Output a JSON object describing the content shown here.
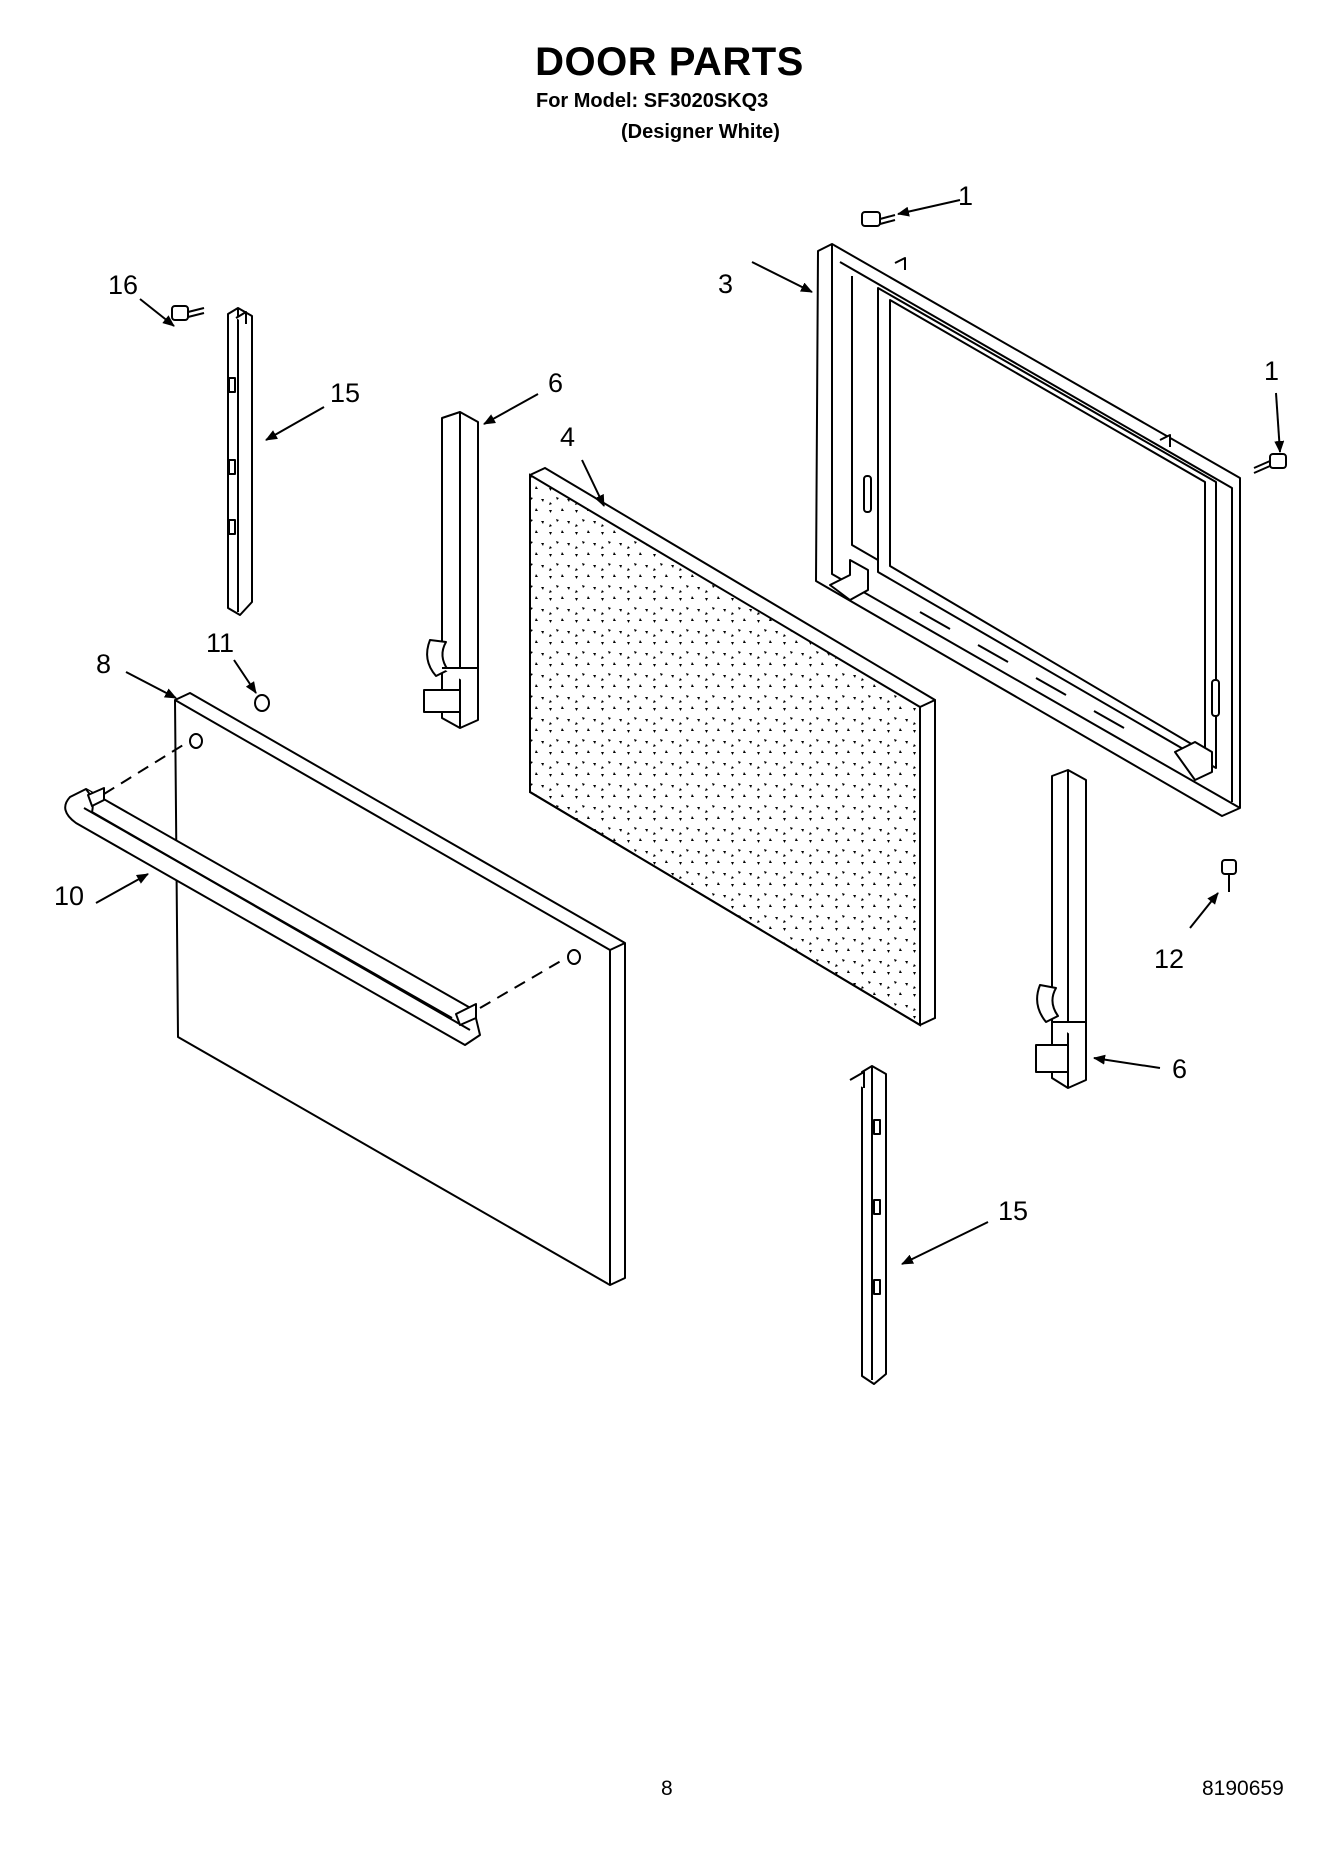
{
  "header": {
    "title": "DOOR PARTS",
    "model_line": "For Model: SF3020SKQ3",
    "variant_line": "(Designer White)"
  },
  "callouts": [
    {
      "id": "c1a",
      "label": "1"
    },
    {
      "id": "c1b",
      "label": "1"
    },
    {
      "id": "c3",
      "label": "3"
    },
    {
      "id": "c16",
      "label": "16"
    },
    {
      "id": "c15a",
      "label": "15"
    },
    {
      "id": "c6a",
      "label": "6"
    },
    {
      "id": "c4",
      "label": "4"
    },
    {
      "id": "c8",
      "label": "8"
    },
    {
      "id": "c11",
      "label": "11"
    },
    {
      "id": "c10",
      "label": "10"
    },
    {
      "id": "c12",
      "label": "12"
    },
    {
      "id": "c6b",
      "label": "6"
    },
    {
      "id": "c15b",
      "label": "15"
    }
  ],
  "footer": {
    "page_number": "8",
    "document_number": "8190659"
  }
}
